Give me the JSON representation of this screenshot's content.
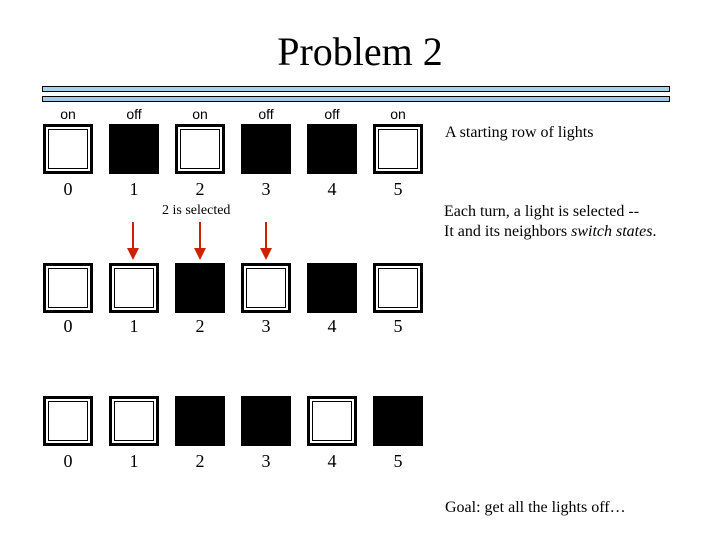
{
  "title": "Problem 2",
  "states": [
    "on",
    "off",
    "on",
    "off",
    "off",
    "on"
  ],
  "light_numbers": [
    "0",
    "1",
    "2",
    "3",
    "4",
    "5"
  ],
  "rows": [
    [
      "on",
      "off",
      "on",
      "off",
      "off",
      "on"
    ],
    [
      "on",
      "on",
      "off",
      "on",
      "off",
      "on"
    ],
    [
      "on",
      "on",
      "off",
      "off",
      "on",
      "off"
    ]
  ],
  "selected_label": "2 is selected",
  "notes": {
    "starting_row": "A starting row of lights",
    "each_turn_line1": "Each turn, a light is selected --",
    "each_turn_prefix": "It and its neighbors ",
    "each_turn_italic": "switch states",
    "each_turn_suffix": ".",
    "goal": "Goal: get all the lights off…"
  },
  "colors": {
    "arrow": "#cc2200",
    "rule": "#a6d2ea"
  }
}
